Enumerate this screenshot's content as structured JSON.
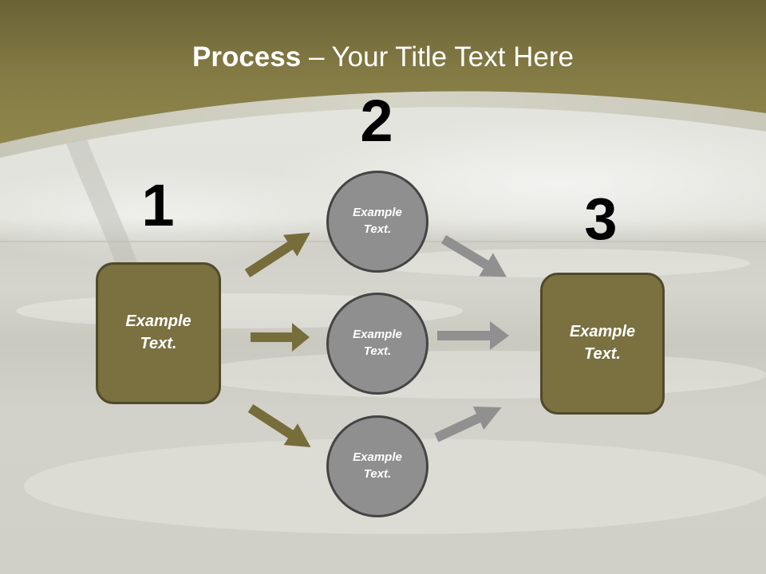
{
  "slide": {
    "title": {
      "bold": "Process",
      "rest": " – Your Title Text Here"
    },
    "colors": {
      "header_gold": "#8b8248",
      "box_fill": "#7a7040",
      "box_border": "#4f4a2a",
      "circle_fill": "#8f8f8f",
      "circle_border": "#444444",
      "arrow_olive": "#776d3b",
      "arrow_grey": "#8f8f8f"
    },
    "steps": [
      {
        "number": "1",
        "label_line1": "Example",
        "label_line2": "Text."
      },
      {
        "number": "2"
      },
      {
        "number": "3",
        "label_line1": "Example",
        "label_line2": "Text."
      }
    ],
    "circles": [
      {
        "line1": "Example",
        "line2": "Text."
      },
      {
        "line1": "Example",
        "line2": "Text."
      },
      {
        "line1": "Example",
        "line2": "Text."
      }
    ]
  }
}
